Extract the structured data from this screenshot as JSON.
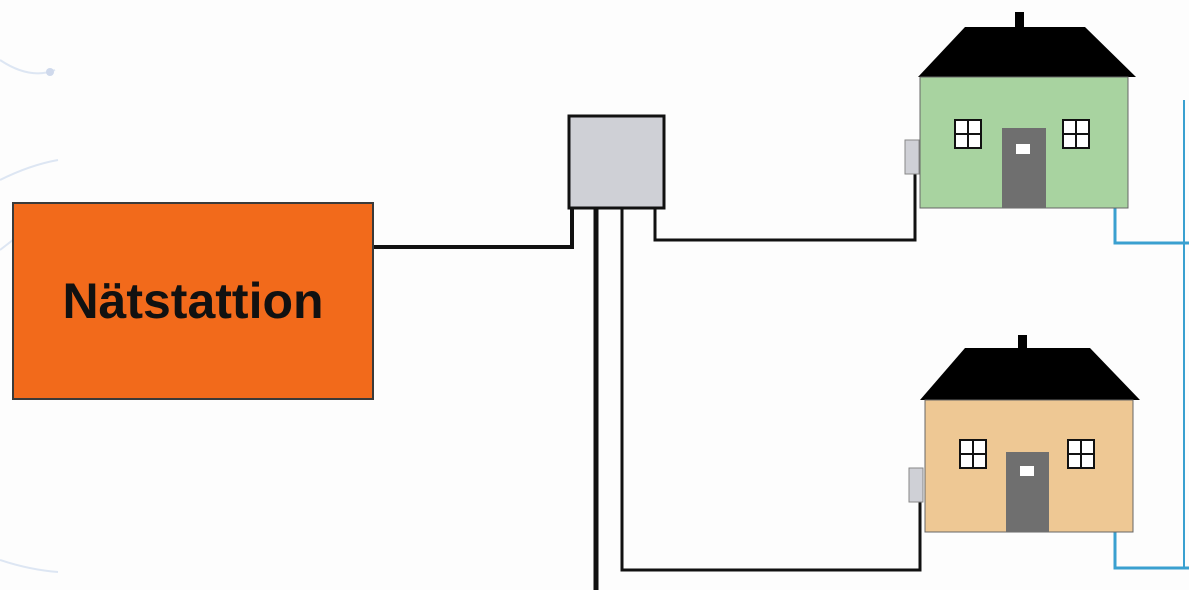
{
  "station": {
    "label": "Nätstattion",
    "color": "#f26a1b"
  },
  "cabinet": {
    "color": "#cfd0d6"
  },
  "houses": [
    {
      "name": "house-1",
      "wall_color": "#a8d3a0"
    },
    {
      "name": "house-2",
      "wall_color": "#eec894"
    }
  ],
  "colors": {
    "roof": "#000000",
    "door": "#6f6f6f",
    "meter_box": "#cfd0d6",
    "cable": "#111111",
    "water_pipe": "#3aa0d0"
  }
}
